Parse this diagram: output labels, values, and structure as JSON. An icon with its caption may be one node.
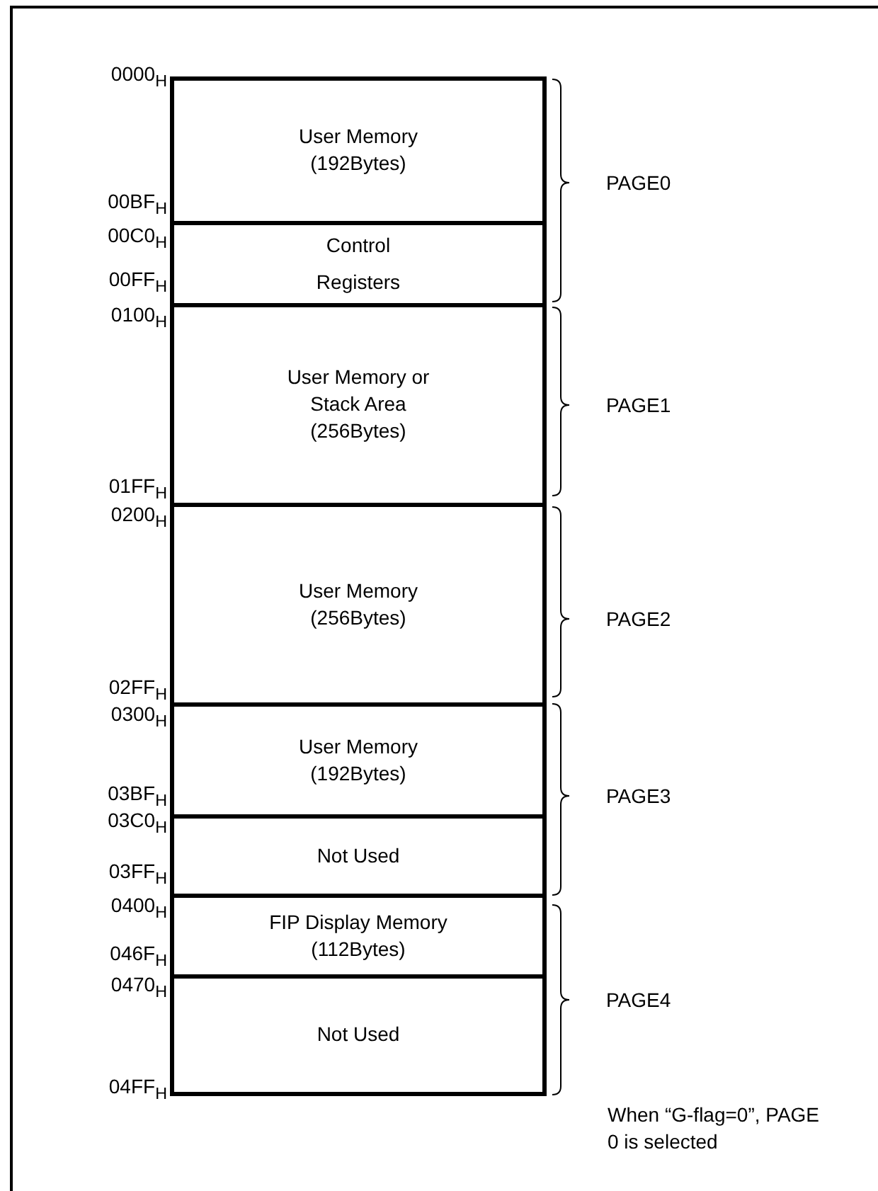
{
  "diagram": {
    "nodes": [
      {
        "text": [
          "User Memory (192Bytes)"
        ]
      },
      {
        "text": [
          "Control Registers"
        ]
      },
      {
        "text": [
          "User Memory or Stack Area (256Bytes)"
        ]
      },
      {
        "text": [
          "User Memory (256Bytes)"
        ]
      },
      {
        "text": [
          "User Memory (192Bytes)"
        ]
      },
      {
        "text": [
          "Not Used"
        ]
      },
      {
        "text": [
          "FIP Display Memory (112Bytes)"
        ]
      },
      {
        "text": [
          "Not Used"
        ]
      }
    ],
    "labels": [
      "0000$_{H}$",
      "00BF$_{H}$",
      "00C0$_{H}$",
      "00FF$_{H}$",
      "0100$_{H}$",
      "01FF$_{H}$",
      "0200$_{H}$",
      "02FF$_{H}$",
      "0300$_{H}$",
      "03BF$_{H}$",
      "03C0$_{H}$",
      "03FF$_{H}$",
      "0400$_{H}$",
      "046F$_{H}$",
      "0470$_{H}$",
      "04FF$_{H}$",
      "PAGE0",
      "PAGE1",
      "PAGE2",
      "PAGE3",
      "PAGE4",
      "When “G-flag=0”, PAGE 0 is selected"
    ]
  }
}
